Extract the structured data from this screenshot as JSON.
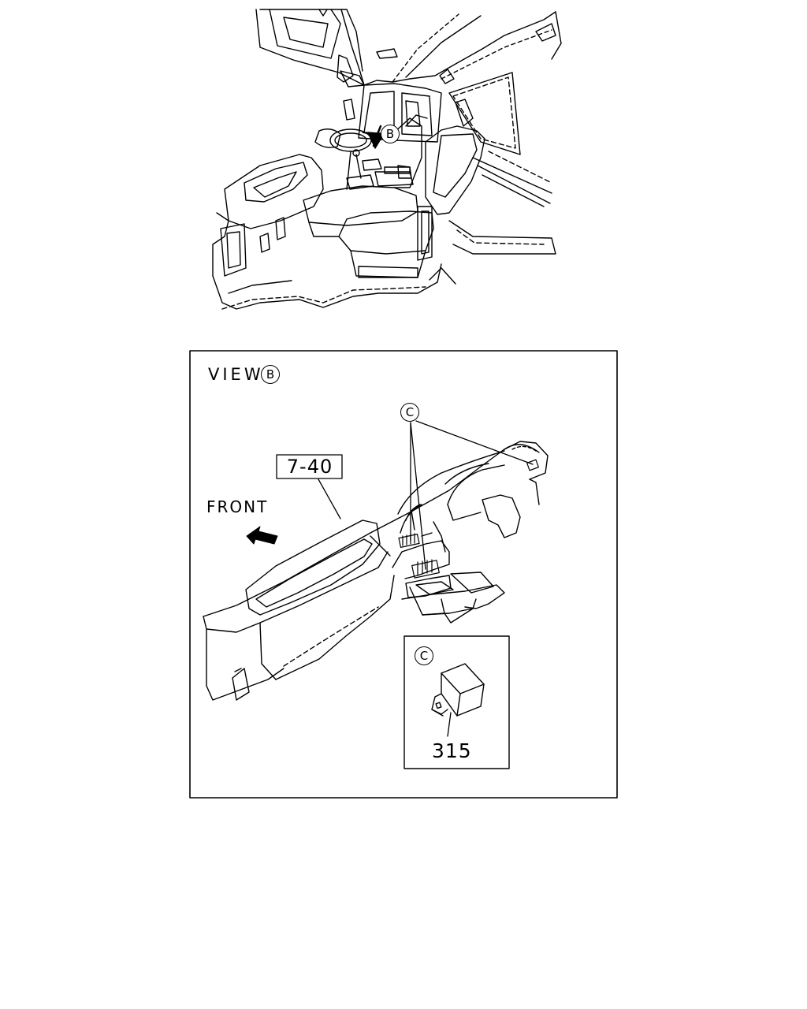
{
  "view_label": "VIEW",
  "view_letter": "B",
  "cab_callout_letter": "B",
  "front_label": "FRONT",
  "instrument_panel_ref": "7-40",
  "connector_callout_letter": "C",
  "detail_callout_letter": "C",
  "part_number": "315",
  "icons": {
    "front_arrow": "front-arrow-icon",
    "view_arrow": "view-direction-arrow-icon"
  },
  "colors": {
    "line": "#000000",
    "background": "#ffffff"
  }
}
